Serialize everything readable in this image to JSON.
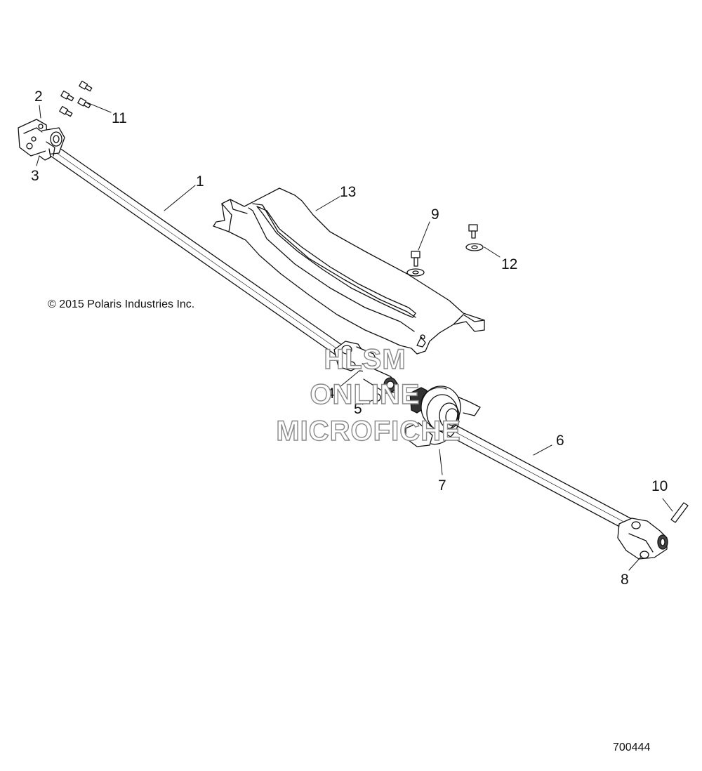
{
  "copyright": "© 2015 Polaris Industries Inc.",
  "figure_number": "700444",
  "watermark": [
    "HLSM",
    "ONLINE",
    "MICROFICHE"
  ],
  "callouts": [
    "1",
    "2",
    "3",
    "4",
    "5",
    "6",
    "7",
    "8",
    "9",
    "10",
    "11",
    "12",
    "13"
  ]
}
